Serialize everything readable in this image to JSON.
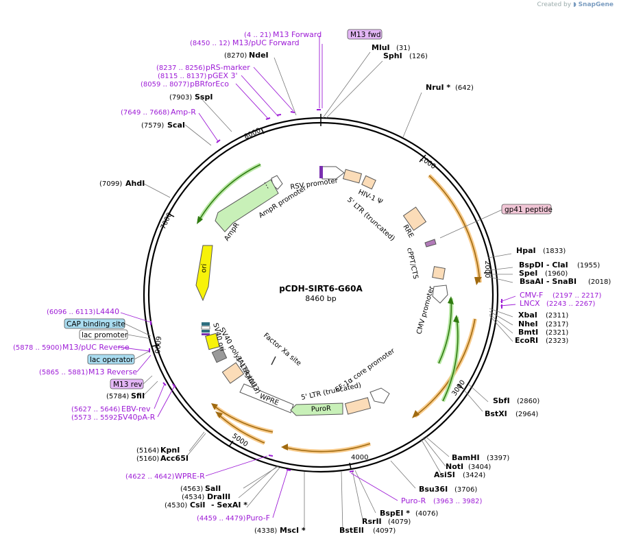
{
  "credit": {
    "prefix": "Created by",
    "brand": "SnapGene"
  },
  "plasmid": {
    "name": "pCDH-SIRT6-G60A",
    "length_label": "8460 bp",
    "length": 8460
  },
  "ticks": [
    "1000",
    "2000",
    "3000",
    "4000",
    "5000",
    "6000",
    "7000",
    "8000"
  ],
  "enzymes_right": [
    {
      "name": "MluI",
      "pos": "(31)"
    },
    {
      "name": "SphI",
      "pos": "(126)"
    },
    {
      "name": "NruI *",
      "pos": "(642)"
    },
    {
      "name": "HpaI",
      "pos": "(1833)"
    },
    {
      "name": "BspDI",
      "extra": "- ClaI",
      "pos": "(1955)"
    },
    {
      "name": "SpeI",
      "pos": "(1960)"
    },
    {
      "name": "BsaAI",
      "extra": "- SnaBI",
      "pos": "(2018)"
    },
    {
      "name": "XbaI",
      "pos": "(2311)"
    },
    {
      "name": "NheI",
      "pos": "(2317)"
    },
    {
      "name": "BmtI",
      "pos": "(2321)"
    },
    {
      "name": "EcoRI",
      "pos": "(2323)"
    },
    {
      "name": "SbfI",
      "pos": "(2860)"
    },
    {
      "name": "BstXI",
      "pos": "(2964)"
    },
    {
      "name": "BamHI",
      "pos": "(3397)"
    },
    {
      "name": "NotI",
      "pos": "(3404)"
    },
    {
      "name": "AsiSI",
      "pos": "(3424)"
    },
    {
      "name": "Bsu36I",
      "pos": "(3706)"
    },
    {
      "name": "BspEI *",
      "pos": "(4076)"
    },
    {
      "name": "RsrII",
      "pos": "(4079)"
    },
    {
      "name": "BstEII",
      "pos": "(4097)"
    }
  ],
  "enzymes_left": [
    {
      "name": "NdeI",
      "pos": "(8270)"
    },
    {
      "name": "SspI",
      "pos": "(7903)"
    },
    {
      "name": "ScaI",
      "pos": "(7579)"
    },
    {
      "name": "AhdI",
      "pos": "(7099)"
    },
    {
      "name": "SfiI",
      "pos": "(5784)"
    },
    {
      "name": "KpnI",
      "pos": "(5164)"
    },
    {
      "name": "Acc65I",
      "pos": "(5160)"
    },
    {
      "name": "SalI",
      "pos": "(4563)"
    },
    {
      "name": "DraIII",
      "pos": "(4534)"
    },
    {
      "name": "CsiI",
      "extra": "- SexAI *",
      "pos": "(4530)"
    },
    {
      "name": "MscI *",
      "pos": "(4338)"
    }
  ],
  "primers": [
    {
      "name": "M13 Forward",
      "range": "(4 .. 21)"
    },
    {
      "name": "M13/pUC Forward",
      "range": "(8450 .. 12)"
    },
    {
      "name": "pRS-marker",
      "range": "(8237 .. 8256)"
    },
    {
      "name": "pGEX 3'",
      "range": "(8115 .. 8137)"
    },
    {
      "name": "pBRforEco",
      "range": "(8059 .. 8077)"
    },
    {
      "name": "Amp-R",
      "range": "(7649 .. 7668)"
    },
    {
      "name": "CMV-F",
      "range": "(2197 .. 2217)"
    },
    {
      "name": "LNCX",
      "range": "(2243 .. 2267)"
    },
    {
      "name": "L4440",
      "range": "(6096 .. 6113)"
    },
    {
      "name": "M13/pUC Reverse",
      "range": "(5878 .. 5900)"
    },
    {
      "name": "M13 Reverse",
      "range": "(5865 .. 5881)"
    },
    {
      "name": "EBV-rev",
      "range": "(5627 .. 5646)"
    },
    {
      "name": "SV40pA-R",
      "range": "(5573 .. 5592)"
    },
    {
      "name": "WPRE-R",
      "range": "(4622 .. 4642)"
    },
    {
      "name": "Puro-F",
      "range": "(4459 .. 4479)"
    },
    {
      "name": "Puro-R",
      "range": "(3963 .. 3982)"
    }
  ],
  "boxed_labels": [
    {
      "name": "M13 fwd",
      "fill": "#e3b6f5"
    },
    {
      "name": "gp41 peptide",
      "fill": "#f1c6d6"
    },
    {
      "name": "CAP binding site",
      "fill": "#a9dcf0"
    },
    {
      "name": "lac promoter",
      "fill": "#ffffff"
    },
    {
      "name": "lac operator",
      "fill": "#a9dcf0"
    },
    {
      "name": "M13 rev",
      "fill": "#e3b6f5"
    }
  ],
  "features": {
    "rsv": "RSV promoter",
    "hiv_psi": "HIV-1 Ψ",
    "ltr5": "5' LTR (truncated)",
    "rre": "RRE",
    "cppt": "cPPT/CTS",
    "cmv": "CMV promoter",
    "factor_xa": "Factor Xa site",
    "ef1a": "EF-1α core promoter",
    "ltr5b": "5' LTR (truncated)",
    "puror": "PuroR",
    "wpre": "WPRE",
    "ltr3": "3' LTR (ΔU3)",
    "sv40pa": "SV40 poly(A) signal",
    "sv40ori": "SV40 ori",
    "ori": "ori",
    "ampr": "AmpR",
    "ampr_prom": "AmpR promoter"
  },
  "colors": {
    "primer": "#9d1bd6",
    "orange_feature": "#f5b55a",
    "green_feature": "#a8e28e",
    "ltr_fill": "#fbdcb8",
    "ori_fill": "#f7f20a",
    "backbone": "#000000"
  }
}
